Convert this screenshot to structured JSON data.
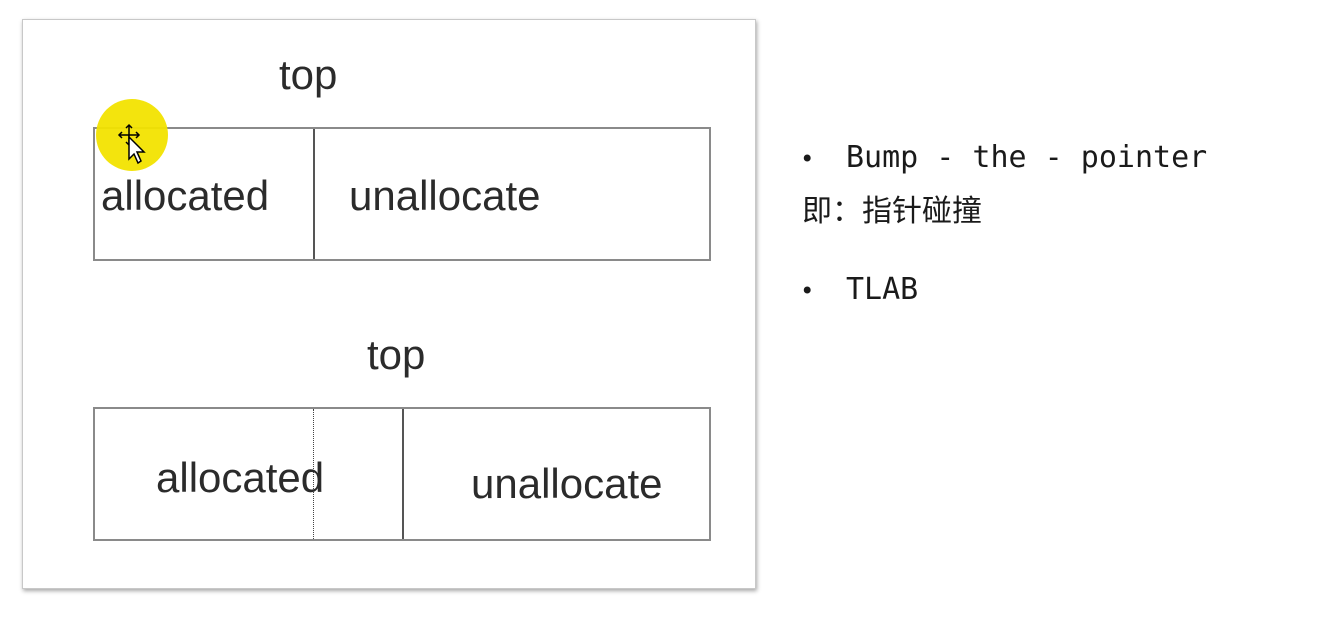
{
  "diagram": {
    "top_label_1": "top",
    "top_label_2": "top",
    "box1": {
      "allocated": "allocated",
      "unallocated": "unallocate"
    },
    "box2": {
      "allocated": "allocated",
      "unallocated": "unallocate"
    }
  },
  "notes": {
    "items": [
      {
        "label": "Bump - the - pointer",
        "sub": "即：指针碰撞"
      },
      {
        "label": "TLAB"
      }
    ],
    "bullet_glyph": "•"
  },
  "colors": {
    "highlight": "#f2e300",
    "border": "#8a8a8a",
    "text": "#2b2b2b"
  },
  "icons": {
    "cursor": "move-cursor-icon"
  }
}
